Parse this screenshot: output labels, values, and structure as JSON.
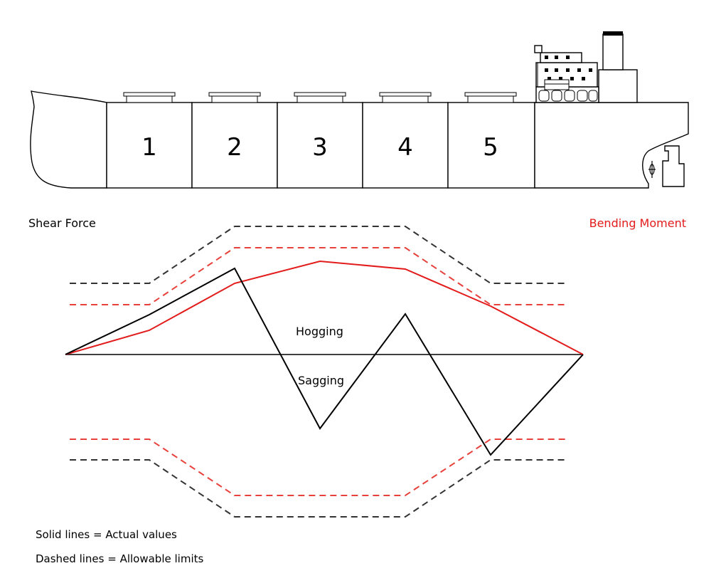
{
  "holds": [
    "1",
    "2",
    "3",
    "4",
    "5"
  ],
  "labels": {
    "shear_force": "Shear Force",
    "bending_moment": "Bending Moment",
    "hogging": "Hogging",
    "sagging": "Sagging"
  },
  "legend": {
    "solid": "Solid lines = Actual values",
    "dashed": "Dashed lines = Allowable limits"
  },
  "colors": {
    "shear_force": "#000000",
    "bending_moment": "#e31b1b",
    "shear_limit": "#333333",
    "moment_limit": "#e8413b"
  }
}
